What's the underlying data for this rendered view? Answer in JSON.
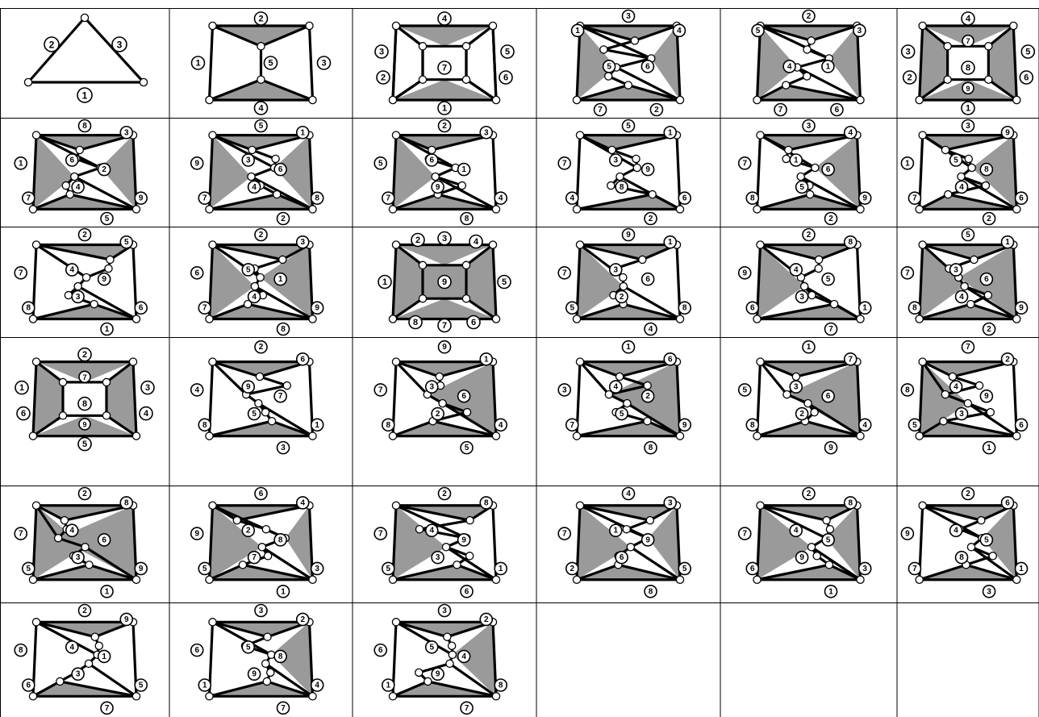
{
  "figure": {
    "columns": 6,
    "rows": 6,
    "cells": [
      {
        "index": 1,
        "kind": "triangle",
        "face_labels": [
          "1",
          "2",
          "3"
        ]
      },
      {
        "index": 2,
        "kind": "prism",
        "n": 4,
        "labels": {
          "top": "2",
          "bottom": "4",
          "left": "1",
          "right": "3",
          "center": "5"
        }
      },
      {
        "index": 3,
        "kind": "prism",
        "n": 6,
        "labels": {
          "top": "4",
          "bottom": "1",
          "left": "3",
          "right": "5",
          "lleft": "2",
          "lright": "6",
          "center": "7"
        }
      },
      {
        "index": 4,
        "kind": "generic",
        "n": 6,
        "labels": [
          "3",
          "4",
          "6",
          "2",
          "7",
          "5",
          "1"
        ]
      },
      {
        "index": 5,
        "kind": "generic",
        "n": 6,
        "labels": [
          "2",
          "3",
          "1",
          "6",
          "7",
          "4",
          "5"
        ]
      },
      {
        "index": 6,
        "kind": "prism",
        "n": 8,
        "labels": {
          "top": "4",
          "bottom": "1",
          "left": "3",
          "right": "5",
          "lleft": "2",
          "lright": "6",
          "center": "8",
          "extra1": "7",
          "extra2": "9"
        }
      },
      {
        "index": 7,
        "kind": "generic",
        "n": 9,
        "labels": [
          "8",
          "3",
          "2",
          "9",
          "5",
          "4",
          "7",
          "1",
          "6"
        ]
      },
      {
        "index": 8,
        "kind": "generic",
        "n": 9,
        "labels": [
          "5",
          "1",
          "6",
          "8",
          "2",
          "4",
          "7",
          "9",
          "3"
        ]
      },
      {
        "index": 9,
        "kind": "generic",
        "n": 9,
        "labels": [
          "2",
          "3",
          "1",
          "4",
          "8",
          "9",
          "7",
          "5",
          "6"
        ]
      },
      {
        "index": 10,
        "kind": "generic",
        "n": 9,
        "labels": [
          "5",
          "1",
          "9",
          "6",
          "2",
          "8",
          "4",
          "7",
          "3"
        ]
      },
      {
        "index": 11,
        "kind": "generic",
        "n": 9,
        "labels": [
          "3",
          "4",
          "6",
          "9",
          "2",
          "5",
          "8",
          "7",
          "1"
        ]
      },
      {
        "index": 12,
        "kind": "generic",
        "n": 9,
        "labels": [
          "3",
          "9",
          "8",
          "6",
          "2",
          "4",
          "7",
          "1",
          "5"
        ]
      },
      {
        "index": 13,
        "kind": "generic",
        "n": 9,
        "labels": [
          "2",
          "5",
          "9",
          "6",
          "1",
          "3",
          "8",
          "7",
          "4"
        ]
      },
      {
        "index": 14,
        "kind": "generic",
        "n": 9,
        "labels": [
          "2",
          "3",
          "1",
          "9",
          "8",
          "4",
          "7",
          "6",
          "5"
        ]
      },
      {
        "index": 15,
        "kind": "grid9",
        "n": 9,
        "labels": [
          "2",
          "3",
          "4",
          "1",
          "9",
          "5",
          "8",
          "7",
          "6"
        ]
      },
      {
        "index": 16,
        "kind": "generic",
        "n": 9,
        "labels": [
          "9",
          "1",
          "6",
          "8",
          "4",
          "2",
          "5",
          "7",
          "3"
        ]
      },
      {
        "index": 17,
        "kind": "generic",
        "n": 9,
        "labels": [
          "2",
          "8",
          "5",
          "1",
          "7",
          "3",
          "6",
          "9",
          "4"
        ]
      },
      {
        "index": 18,
        "kind": "generic",
        "n": 9,
        "labels": [
          "5",
          "1",
          "6",
          "9",
          "2",
          "4",
          "8",
          "7",
          "3"
        ]
      },
      {
        "index": 19,
        "kind": "prism",
        "n": 9,
        "labels": {
          "top": "2",
          "bottom": "5",
          "left": "1",
          "right": "3",
          "lleft": "6",
          "lright": "4",
          "center": "8",
          "extra1": "7",
          "extra2": "9"
        }
      },
      {
        "index": 20,
        "kind": "generic",
        "n": 9,
        "labels": [
          "2",
          "6",
          "7",
          "1",
          "3",
          "5",
          "8",
          "4",
          "9"
        ]
      },
      {
        "index": 21,
        "kind": "generic",
        "n": 9,
        "labels": [
          "9",
          "1",
          "6",
          "4",
          "5",
          "2",
          "8",
          "7",
          "3"
        ]
      },
      {
        "index": 22,
        "kind": "generic",
        "n": 9,
        "labels": [
          "1",
          "6",
          "2",
          "9",
          "8",
          "5",
          "7",
          "3",
          "4"
        ]
      },
      {
        "index": 23,
        "kind": "generic",
        "n": 9,
        "labels": [
          "1",
          "7",
          "6",
          "4",
          "9",
          "2",
          "8",
          "5",
          "3"
        ]
      },
      {
        "index": 24,
        "kind": "generic",
        "n": 9,
        "labels": [
          "7",
          "2",
          "9",
          "6",
          "1",
          "3",
          "5",
          "8",
          "4"
        ]
      },
      {
        "index": 25,
        "kind": "generic",
        "n": 9,
        "labels": [
          "2",
          "8",
          "6",
          "9",
          "1",
          "3",
          "5",
          "7",
          "4"
        ]
      },
      {
        "index": 26,
        "kind": "generic",
        "n": 9,
        "labels": [
          "6",
          "4",
          "8",
          "3",
          "1",
          "7",
          "5",
          "9",
          "2"
        ]
      },
      {
        "index": 27,
        "kind": "generic",
        "n": 9,
        "labels": [
          "2",
          "8",
          "9",
          "1",
          "6",
          "3",
          "5",
          "7",
          "4"
        ]
      },
      {
        "index": 28,
        "kind": "generic",
        "n": 9,
        "labels": [
          "4",
          "3",
          "9",
          "5",
          "8",
          "6",
          "2",
          "7",
          "1"
        ]
      },
      {
        "index": 29,
        "kind": "generic",
        "n": 9,
        "labels": [
          "2",
          "8",
          "5",
          "3",
          "1",
          "9",
          "6",
          "7",
          "4"
        ]
      },
      {
        "index": 30,
        "kind": "generic",
        "n": 9,
        "labels": [
          "2",
          "6",
          "5",
          "1",
          "3",
          "8",
          "7",
          "9",
          "4"
        ]
      },
      {
        "index": 31,
        "kind": "generic",
        "n": 9,
        "labels": [
          "2",
          "9",
          "1",
          "5",
          "7",
          "3",
          "6",
          "8",
          "4"
        ]
      },
      {
        "index": 32,
        "kind": "generic",
        "n": 9,
        "labels": [
          "3",
          "2",
          "8",
          "4",
          "7",
          "9",
          "1",
          "6",
          "5"
        ]
      },
      {
        "index": 33,
        "kind": "generic",
        "n": 9,
        "labels": [
          "3",
          "2",
          "4",
          "8",
          "7",
          "9",
          "1",
          "6",
          "5"
        ]
      },
      {
        "index": 34,
        "kind": "empty"
      },
      {
        "index": 35,
        "kind": "empty"
      },
      {
        "index": 36,
        "kind": "empty"
      }
    ]
  }
}
